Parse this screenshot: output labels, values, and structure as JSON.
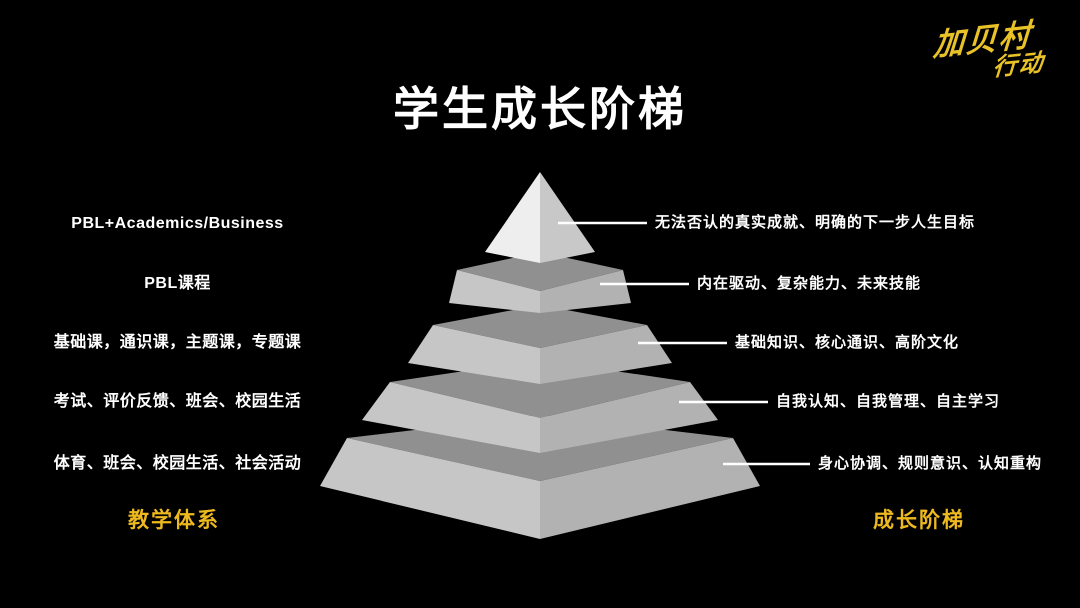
{
  "title": "学生成长阶梯",
  "logo": {
    "line1": "加贝村",
    "line2": "行动",
    "color": "#e8c227"
  },
  "teaching_system": {
    "heading": "教学体系",
    "items": [
      "PBL+Academics/Business",
      "PBL课程",
      "基础课，通识课，主题课，专题课",
      "考试、评价反馈、班会、校园生活",
      "体育、班会、校园生活、社会活动"
    ]
  },
  "growth_ladder": {
    "heading": "成长阶梯",
    "items": [
      "无法否认的真实成就、明确的下一步人生目标",
      "内在驱动、复杂能力、未来技能",
      "基础知识、核心通识、高阶文化",
      "自我认知、自我管理、自主学习",
      "身心协调、规则意识、认知重构"
    ]
  },
  "pyramid": {
    "levels": 5,
    "colors": {
      "top_face": "#909090",
      "left_face": "#c6c6c6",
      "right_face": "#b2b2b2",
      "apex_left_face": "#eeeeee",
      "apex_right_face": "#c8c8c8",
      "connector": "#ffffff"
    }
  },
  "accent_color": "#edb91f",
  "background_color": "#000000"
}
